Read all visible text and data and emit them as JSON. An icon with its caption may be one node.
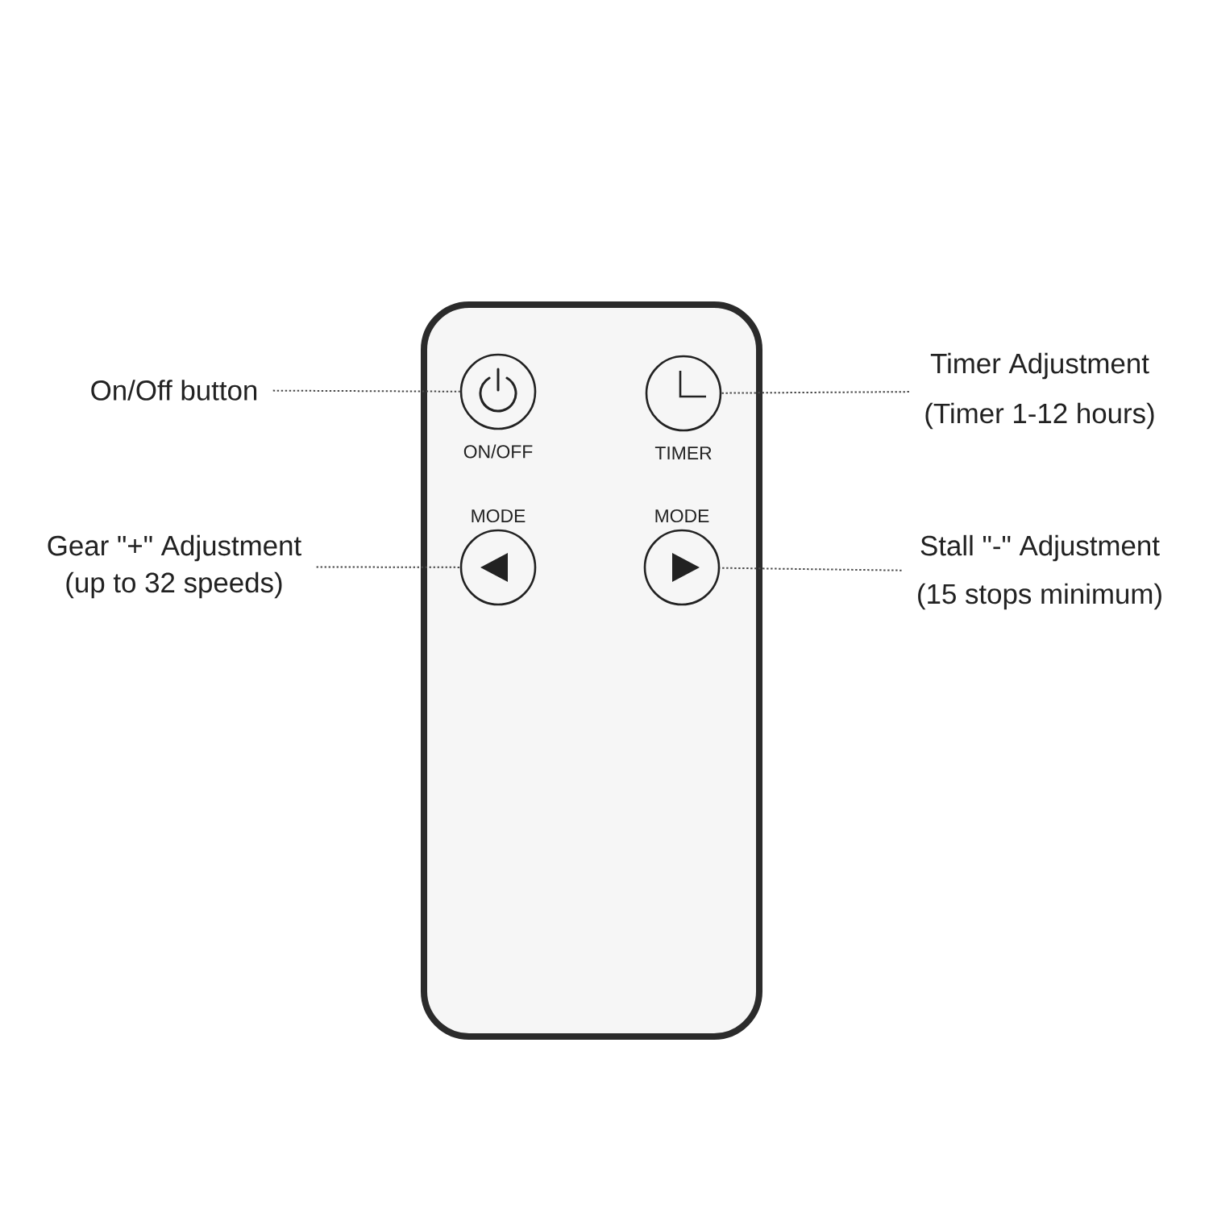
{
  "diagram": {
    "nodes": [
      {
        "text": [],
        "shape": "box"
      },
      {
        "text": [],
        "shape": "circle",
        "in": 0,
        "beside": [
          "ON/OFF"
        ]
      },
      {
        "text": [],
        "shape": "circle",
        "in": 0,
        "beside": [
          "TIMER"
        ]
      },
      {
        "text": [],
        "shape": "circle",
        "in": 0,
        "beside": [
          "MODE"
        ]
      },
      {
        "text": [],
        "shape": "circle",
        "in": 0,
        "beside": [
          "MODE"
        ]
      },
      {
        "text": [
          "On/Off button"
        ]
      },
      {
        "text": [
          "Timer Adjustment",
          "(Timer 1-12 hours)"
        ]
      },
      {
        "text": [
          "Gear \"+\" Adjustment",
          "(up to 32 speeds)"
        ]
      },
      {
        "text": [
          "Stall \"-\" Adjustment",
          "(15 stops minimum)"
        ]
      }
    ],
    "edges": [
      {
        "from": 5,
        "to": 1,
        "arrow": "none",
        "style": "dashed"
      },
      {
        "from": 6,
        "to": 2,
        "arrow": "none",
        "style": "dashed"
      },
      {
        "from": 7,
        "to": 3,
        "arrow": "none",
        "style": "dashed"
      },
      {
        "from": 8,
        "to": 4,
        "arrow": "none",
        "style": "dashed"
      }
    ]
  }
}
